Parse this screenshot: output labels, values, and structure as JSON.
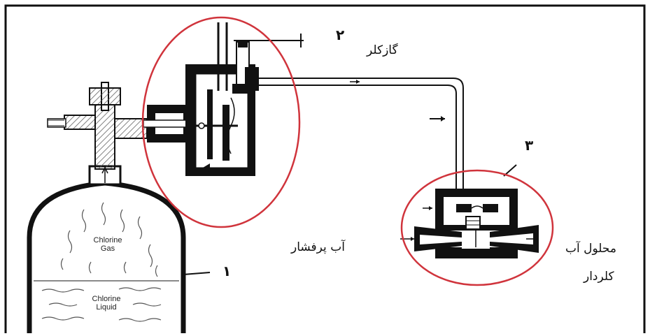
{
  "labels": {
    "num_1": "۱",
    "num_2": "۲",
    "num_3": "۳",
    "gas_chlorinator": "گازکلر",
    "pressurized_water": "آب پرفشار",
    "chlorinated_solution_line1": "محلول آب",
    "chlorinated_solution_line2": "کلردار",
    "chlorine_gas_line1": "Chlorine",
    "chlorine_gas_line2": "Gas",
    "chlorine_liquid_line1": "Chlorine",
    "chlorine_liquid_line2": "Liquid"
  },
  "colors": {
    "highlight_ellipse": "#d0343c",
    "line": "#111111",
    "fill_dark": "#111111",
    "hatch": "#555555"
  }
}
